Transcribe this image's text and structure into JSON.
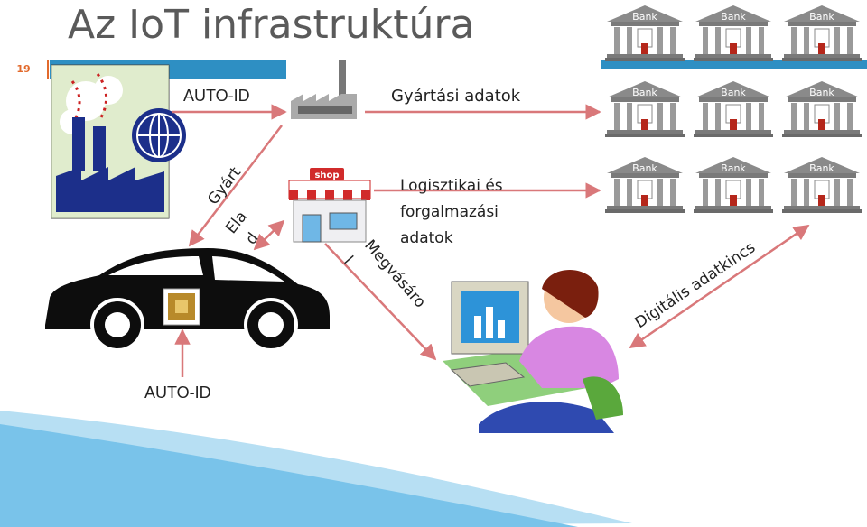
{
  "slide": {
    "number": "19",
    "title": "Az IoT infrastruktúra"
  },
  "labels": {
    "autoid_top": "AUTO-ID",
    "autoid_bottom": "AUTO-ID",
    "production_data": "Gyártási adatok",
    "logistics_line1": "Logisztikai és",
    "logistics_line2": "forgalmazási",
    "logistics_line3": "adatok",
    "manufacture": "Gyárt",
    "sell_1": "Ela",
    "sell_2": "d",
    "buy_1": "Megvásáro",
    "buy_2": "l",
    "digital": "Digitális adatkincs"
  },
  "banks": [
    {
      "label": "Bank"
    },
    {
      "label": "Bank"
    },
    {
      "label": "Bank"
    },
    {
      "label": "Bank"
    },
    {
      "label": "Bank"
    },
    {
      "label": "Bank"
    },
    {
      "label": "Bank"
    },
    {
      "label": "Bank"
    },
    {
      "label": "Bank"
    }
  ],
  "shop": {
    "sign": "shop"
  },
  "colors": {
    "accent": "#2e8fc3",
    "arrow": "#d9787a",
    "bank": "#8a8a8a",
    "orange": "#e26a2c"
  }
}
